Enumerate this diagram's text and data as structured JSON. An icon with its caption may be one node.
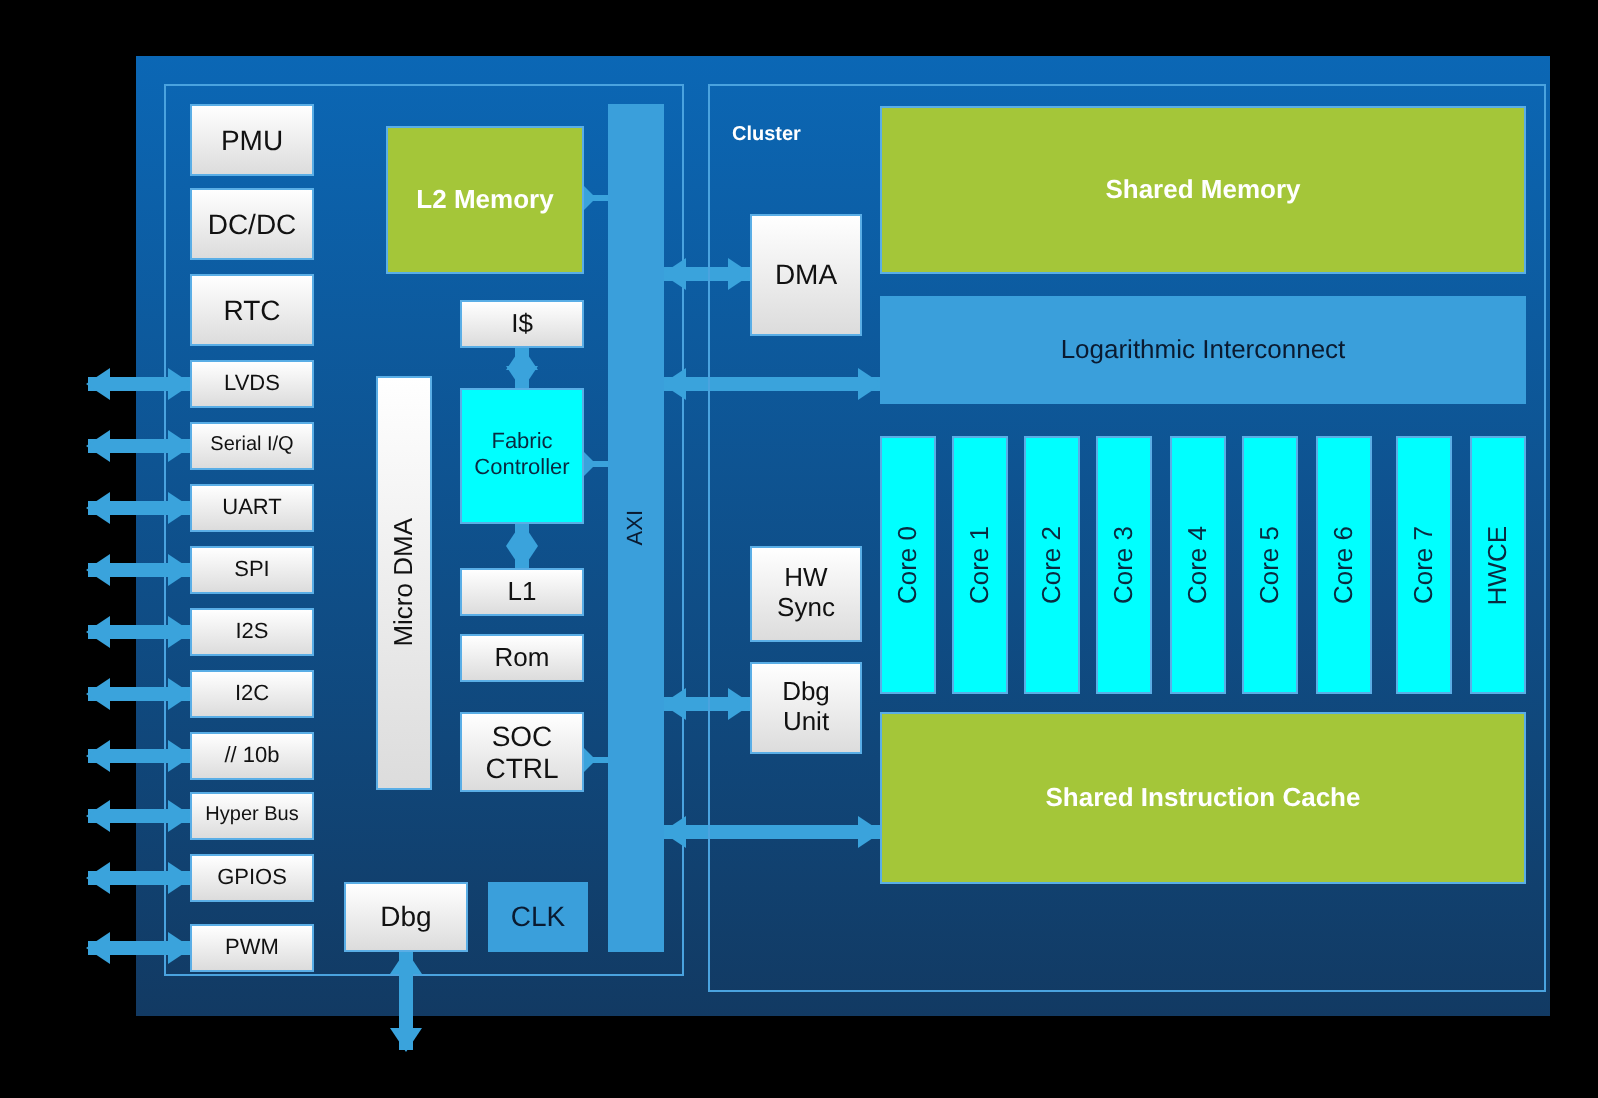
{
  "diagram": {
    "nodes": [
      {
        "text": [
          "PMU"
        ]
      },
      {
        "text": [
          "DC/DC"
        ]
      },
      {
        "text": [
          "RTC"
        ]
      },
      {
        "text": [
          "LVDS"
        ]
      },
      {
        "text": [
          "Serial I/Q"
        ]
      },
      {
        "text": [
          "UART"
        ]
      },
      {
        "text": [
          "SPI"
        ]
      },
      {
        "text": [
          "I2S"
        ]
      },
      {
        "text": [
          "I2C"
        ]
      },
      {
        "text": [
          "// 10b"
        ]
      },
      {
        "text": [
          "Hyper Bus"
        ]
      },
      {
        "text": [
          "GPIOS"
        ]
      },
      {
        "text": [
          "PWM"
        ]
      },
      {
        "text": [
          "Micro DMA"
        ]
      },
      {
        "text": [
          "L2 Memory"
        ]
      },
      {
        "text": [
          "I$"
        ]
      },
      {
        "text": [
          "Fabric Controller"
        ]
      },
      {
        "text": [
          "L1"
        ]
      },
      {
        "text": [
          "Rom"
        ]
      },
      {
        "text": [
          "SOC CTRL"
        ]
      },
      {
        "text": [
          "Dbg"
        ]
      },
      {
        "text": [
          "CLK"
        ]
      },
      {
        "text": [
          "AXI"
        ]
      },
      {
        "text": [
          "Cluster"
        ]
      },
      {
        "text": [
          "DMA"
        ],
        "in": 23
      },
      {
        "text": [
          "HW Sync"
        ],
        "in": 23
      },
      {
        "text": [
          "Dbg Unit"
        ],
        "in": 23
      },
      {
        "text": [
          "Shared Memory"
        ],
        "in": 23
      },
      {
        "text": [
          "Logarithmic Interconnect"
        ],
        "in": 23
      },
      {
        "text": [
          "Core 0"
        ],
        "in": 23
      },
      {
        "text": [
          "Core 1"
        ],
        "in": 23
      },
      {
        "text": [
          "Core 2"
        ],
        "in": 23
      },
      {
        "text": [
          "Core 3"
        ],
        "in": 23
      },
      {
        "text": [
          "Core 4"
        ],
        "in": 23
      },
      {
        "text": [
          "Core 5"
        ],
        "in": 23
      },
      {
        "text": [
          "Core 6"
        ],
        "in": 23
      },
      {
        "text": [
          "Core 7"
        ],
        "in": 23
      },
      {
        "text": [
          "HWCE"
        ],
        "in": 23
      },
      {
        "text": [
          "Shared Instruction Cache"
        ],
        "in": 23
      }
    ],
    "edges": [
      {
        "from": null,
        "to": 3,
        "arrow": "both"
      },
      {
        "from": null,
        "to": 4,
        "arrow": "both"
      },
      {
        "from": null,
        "to": 5,
        "arrow": "both"
      },
      {
        "from": null,
        "to": 6,
        "arrow": "both"
      },
      {
        "from": null,
        "to": 7,
        "arrow": "both"
      },
      {
        "from": null,
        "to": 8,
        "arrow": "both"
      },
      {
        "from": null,
        "to": 9,
        "arrow": "both"
      },
      {
        "from": null,
        "to": 10,
        "arrow": "both"
      },
      {
        "from": null,
        "to": 11,
        "arrow": "both"
      },
      {
        "from": null,
        "to": 12,
        "arrow": "both"
      },
      {
        "from": 14,
        "to": 22,
        "arrow": "other"
      },
      {
        "from": 15,
        "to": 16,
        "arrow": "both"
      },
      {
        "from": 16,
        "to": 17,
        "arrow": "both"
      },
      {
        "from": 16,
        "to": 22,
        "arrow": "other"
      },
      {
        "from": 19,
        "to": 22,
        "arrow": "other"
      },
      {
        "from": 20,
        "to": null,
        "arrow": "both"
      },
      {
        "from": 22,
        "to": 24,
        "arrow": "both"
      },
      {
        "from": 22,
        "to": 28,
        "arrow": "both"
      },
      {
        "from": 22,
        "to": 26,
        "arrow": "both"
      },
      {
        "from": 22,
        "to": 38,
        "arrow": "both"
      }
    ]
  }
}
